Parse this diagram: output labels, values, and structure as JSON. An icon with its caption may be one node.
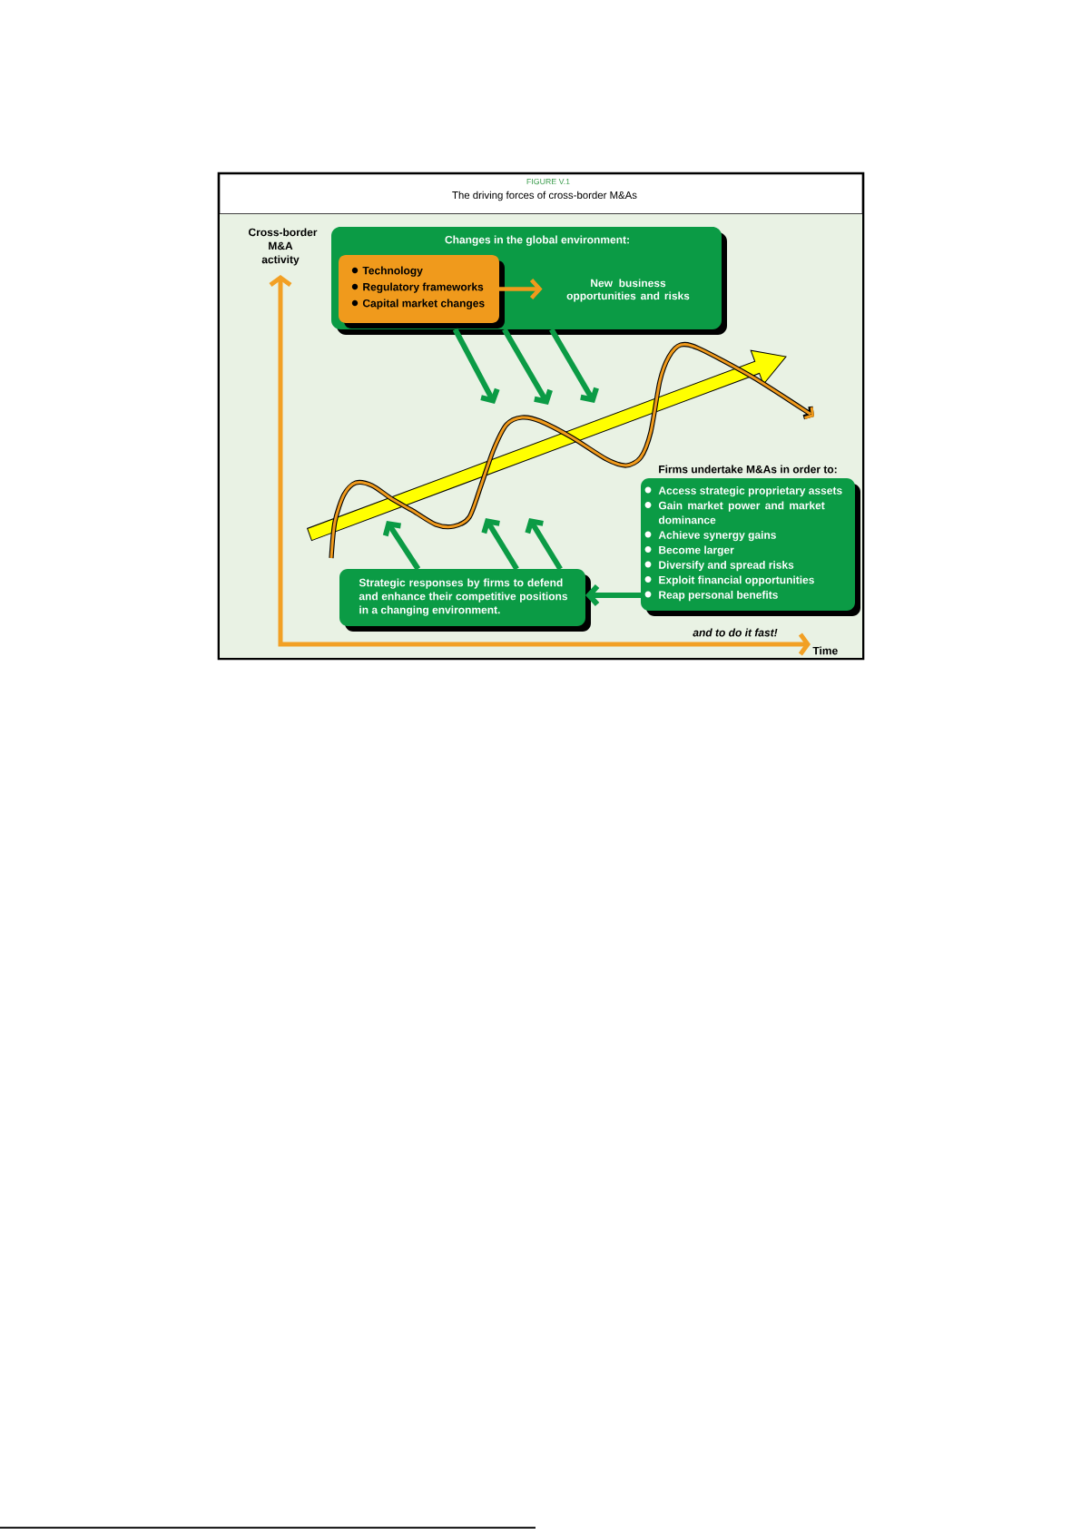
{
  "diagram": {
    "title": "The driving forces of cross-border M&As",
    "nodes": [
      {
        "text": [
          "Changes in the global environment:"
        ]
      },
      {
        "text": [
          "Technology",
          "Regulatory frameworks",
          "Capital market changes"
        ],
        "in": 0
      },
      {
        "text": [
          "New business opportunities and risks"
        ],
        "in": 0
      },
      {
        "text": [],
        "shape": "curve"
      },
      {
        "text": [
          "Access strategic proprietary assets",
          "Gain market power and market dominance",
          "Achieve synergy gains",
          "Become larger",
          "Diversify and spread risks",
          "Exploit financial opportunities",
          "Reap personal benefits"
        ]
      },
      {
        "text": [
          "Strategic responses by firms to defend and enhance their competitive positions in a changing environment."
        ]
      }
    ],
    "edges": [
      {
        "from": 1,
        "to": 2,
        "arrow": "to",
        "color": "#f09a1c"
      },
      {
        "from": 0,
        "to": 3,
        "arrow": "to"
      },
      {
        "from": 0,
        "to": 3,
        "arrow": "to"
      },
      {
        "from": 0,
        "to": 3,
        "arrow": "to"
      },
      {
        "from": 5,
        "to": 3,
        "arrow": "to"
      },
      {
        "from": 5,
        "to": 3,
        "arrow": "to"
      },
      {
        "from": 5,
        "to": 3,
        "arrow": "to"
      },
      {
        "from": 4,
        "to": 5,
        "arrow": "to"
      }
    ],
    "labels": [
      "FIGURE V.1",
      "Cross-border M&A activity",
      "Firms undertake M&As in order to:",
      "and to do it fast!",
      "Time"
    ]
  }
}
